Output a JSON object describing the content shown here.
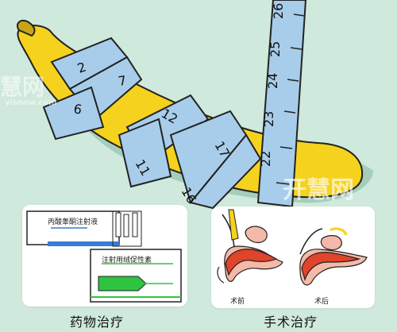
{
  "tape_labels": {
    "t2": "2",
    "t7": "7",
    "t6": "6",
    "t12": "12",
    "t11": "11",
    "t16": "16",
    "t17": "17",
    "t26": "26",
    "t25": "25",
    "t24": "24",
    "t23": "23",
    "t22": "22"
  },
  "drug": {
    "label1": "丙酸睾酮注射液",
    "label2": "注射用绒促性素",
    "caption": "药物治疗"
  },
  "surgery": {
    "before": "术前",
    "after": "术后",
    "caption": "手术治疗"
  },
  "watermark": {
    "left_text": "慧网",
    "left_url": "yisnow.com",
    "right_text": "开慧网"
  },
  "colors": {
    "background": "#cfe9dc",
    "banana": "#f5d21d",
    "tape": "#a7cdea",
    "green_arrow": "#2ec440",
    "tissue_red": "#e0442a",
    "skin": "#f4b9a8"
  }
}
